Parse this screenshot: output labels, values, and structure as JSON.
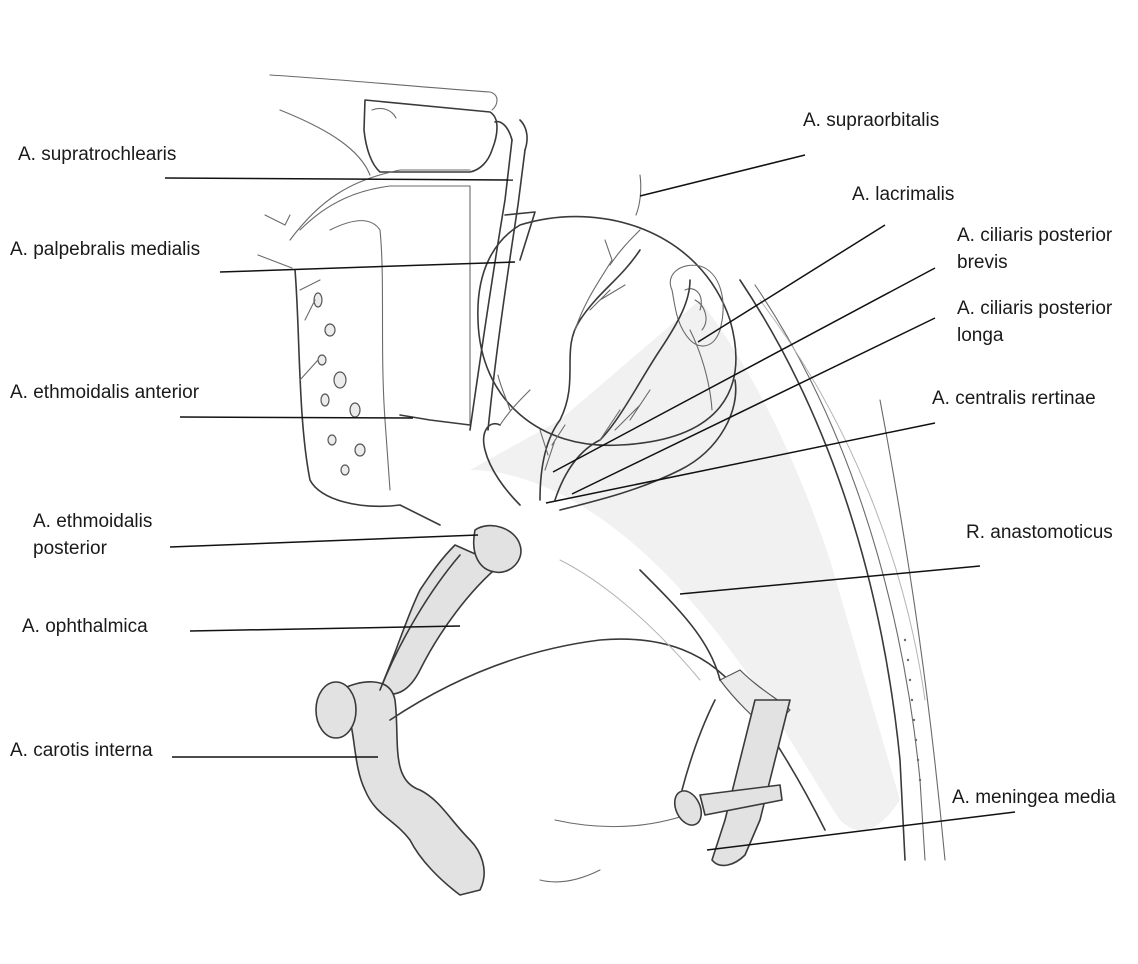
{
  "labels": {
    "supratrochlearis": "A. supratrochlearis",
    "palpebralis_medialis": "A. palpebralis medialis",
    "ethmoidalis_anterior": "A. ethmoidalis anterior",
    "ethmoidalis_posterior_line1": "A. ethmoidalis",
    "ethmoidalis_posterior_line2": "posterior",
    "ophthalmica": "A. ophthalmica",
    "carotis_interna": "A. carotis interna",
    "supraorbitalis": "A. supraorbitalis",
    "lacrimalis": "A. lacrimalis",
    "ciliaris_brevis_line1": "A. ciliaris posterior",
    "ciliaris_brevis_line2": "brevis",
    "ciliaris_longa_line1": "A. ciliaris posterior",
    "ciliaris_longa_line2": "longa",
    "centralis_retinae": "A. centralis rertinae",
    "anastomoticus": "R. anastomoticus",
    "meningea_media": "A. meningea media"
  },
  "colors": {
    "ink": "#3a3a3a",
    "vessel_fill": "#e2e2e2",
    "leader": "#111111"
  }
}
